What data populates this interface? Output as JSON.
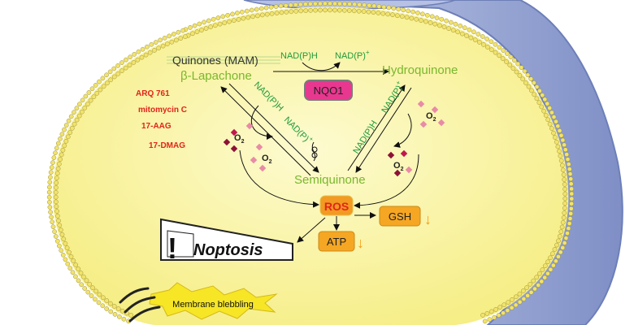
{
  "labels": {
    "quinones": "Quinones (MAM)",
    "beta_lapachone": "β-Lapachone",
    "hydroquinone": "Hydroquinone",
    "semiquinone": "Semiquinone",
    "enzyme": "NQO1",
    "nadph_top": "NAD(P)H",
    "nadp_top": "NAD(P)",
    "nadph_left": "NAD(P)H",
    "nadp_left": "NAD(P)",
    "nadph_right": "NAD(P)H",
    "nadp_right": "NAD(P)",
    "plus": "+",
    "ros": "ROS",
    "gsh": "GSH",
    "atp": "ATP",
    "down_arrow": "↓",
    "noptosis": "Noptosis",
    "exclamation": "!",
    "blebbing": "Membrane blebbling",
    "o2": "O",
    "o2_sub": "2"
  },
  "drugs": [
    "ARQ 761",
    "mitomycin C",
    "17-AAG",
    "17-DMAG"
  ],
  "colors": {
    "green_label": "#7ab72e",
    "nad_green": "#1f9a3c",
    "drug_red": "#e2231a",
    "enzyme_fill": "#e8378f",
    "ros_fill": "#f29a21",
    "ros_text": "#e2231a",
    "box_fill": "#f5a623",
    "arrow_orange": "#f39c12",
    "cytoplasm": "#fbf7a4",
    "membrane_head": "#f2e36a",
    "outer_cell": "#a9b7dc"
  }
}
